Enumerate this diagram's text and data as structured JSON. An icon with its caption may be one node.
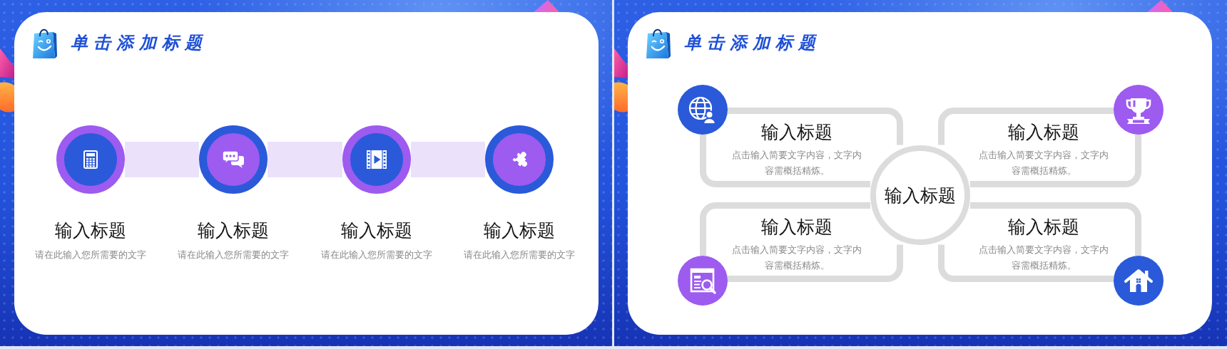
{
  "diagram": {
    "title": "单击添加标题",
    "nodes": [
      {
        "text": [],
        "shape": "circle",
        "beside": [
          "输入标题",
          "请在此输入您所需要的文字"
        ]
      },
      {
        "text": [],
        "shape": "circle",
        "beside": [
          "输入标题",
          "请在此输入您所需要的文字"
        ]
      },
      {
        "text": [],
        "shape": "circle",
        "beside": [
          "输入标题",
          "请在此输入您所需要的文字"
        ]
      },
      {
        "text": [],
        "shape": "circle",
        "beside": [
          "输入标题",
          "请在此输入您所需要的文字"
        ]
      },
      {
        "text": [
          "输入标题",
          "点击输入简要文字内容，文字内容需概括精炼。"
        ]
      },
      {
        "text": [
          "输入标题",
          "点击输入简要文字内容，文字内容需概括精炼。"
        ]
      },
      {
        "text": [
          "输入标题"
        ]
      },
      {
        "text": [
          "输入标题",
          "点击输入简要文字内容，文字内容需概括精炼。"
        ]
      },
      {
        "text": [
          "输入标题",
          "点击输入简要文字内容，文字内容需概括精炼。"
        ]
      }
    ],
    "edges": [
      {
        "from": 0,
        "to": 1,
        "arrow": "none"
      },
      {
        "from": 1,
        "to": 2,
        "arrow": "none"
      },
      {
        "from": 2,
        "to": 3,
        "arrow": "none"
      }
    ],
    "labels": [
      "单击添加标题"
    ]
  }
}
